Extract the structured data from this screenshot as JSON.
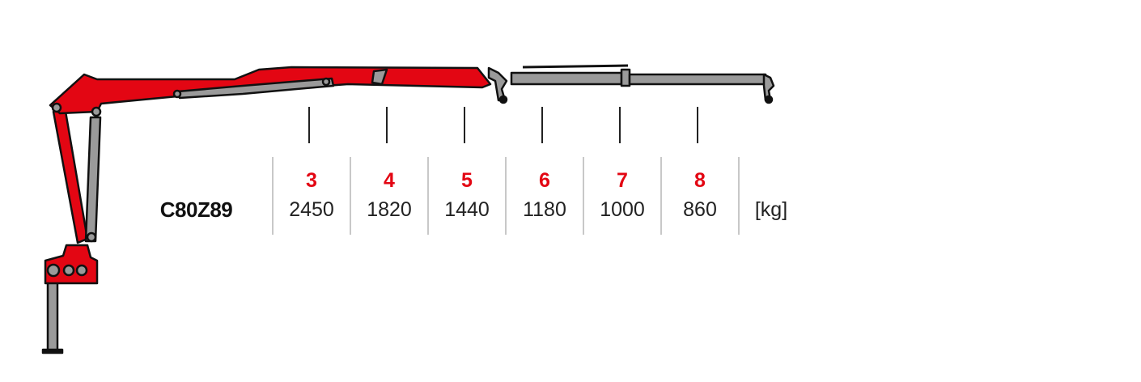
{
  "model": "C80Z89",
  "unit": "[kg]",
  "accent_color": "#e30613",
  "chart_data": {
    "type": "table",
    "title": "C80Z89",
    "columns": [
      "3",
      "4",
      "5",
      "6",
      "7",
      "8"
    ],
    "values": [
      "2450",
      "1820",
      "1440",
      "1180",
      "1000",
      "860"
    ],
    "unit": "[kg]"
  }
}
